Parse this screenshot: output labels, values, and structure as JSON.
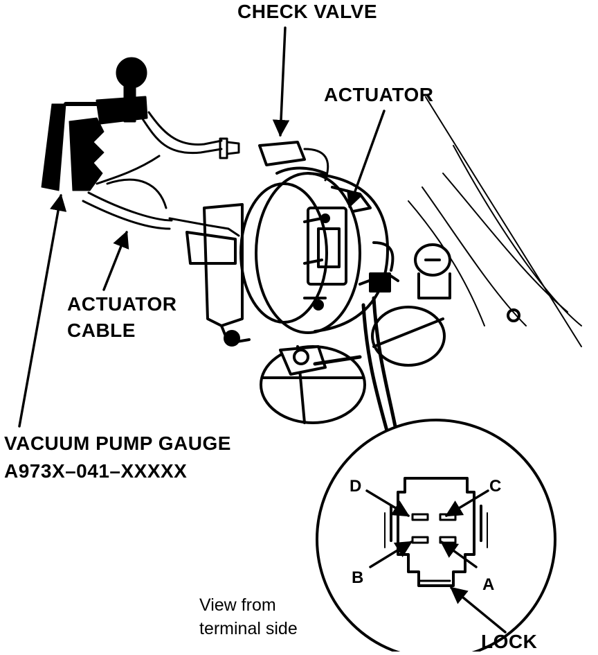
{
  "labels": {
    "check_valve": "CHECK VALVE",
    "actuator": "ACTUATOR",
    "actuator_cable_line1": "ACTUATOR",
    "actuator_cable_line2": "CABLE",
    "vacuum_pump_gauge_line1": "VACUUM PUMP GAUGE",
    "vacuum_pump_gauge_line2": "A973X–041–XXXXX",
    "connector_view_line1": "View from",
    "connector_view_line2": "terminal side",
    "lock": "LOCK"
  },
  "terminals": {
    "a": "A",
    "b": "B",
    "c": "C",
    "d": "D"
  },
  "colors": {
    "ink": "#000000",
    "paper": "#ffffff"
  }
}
